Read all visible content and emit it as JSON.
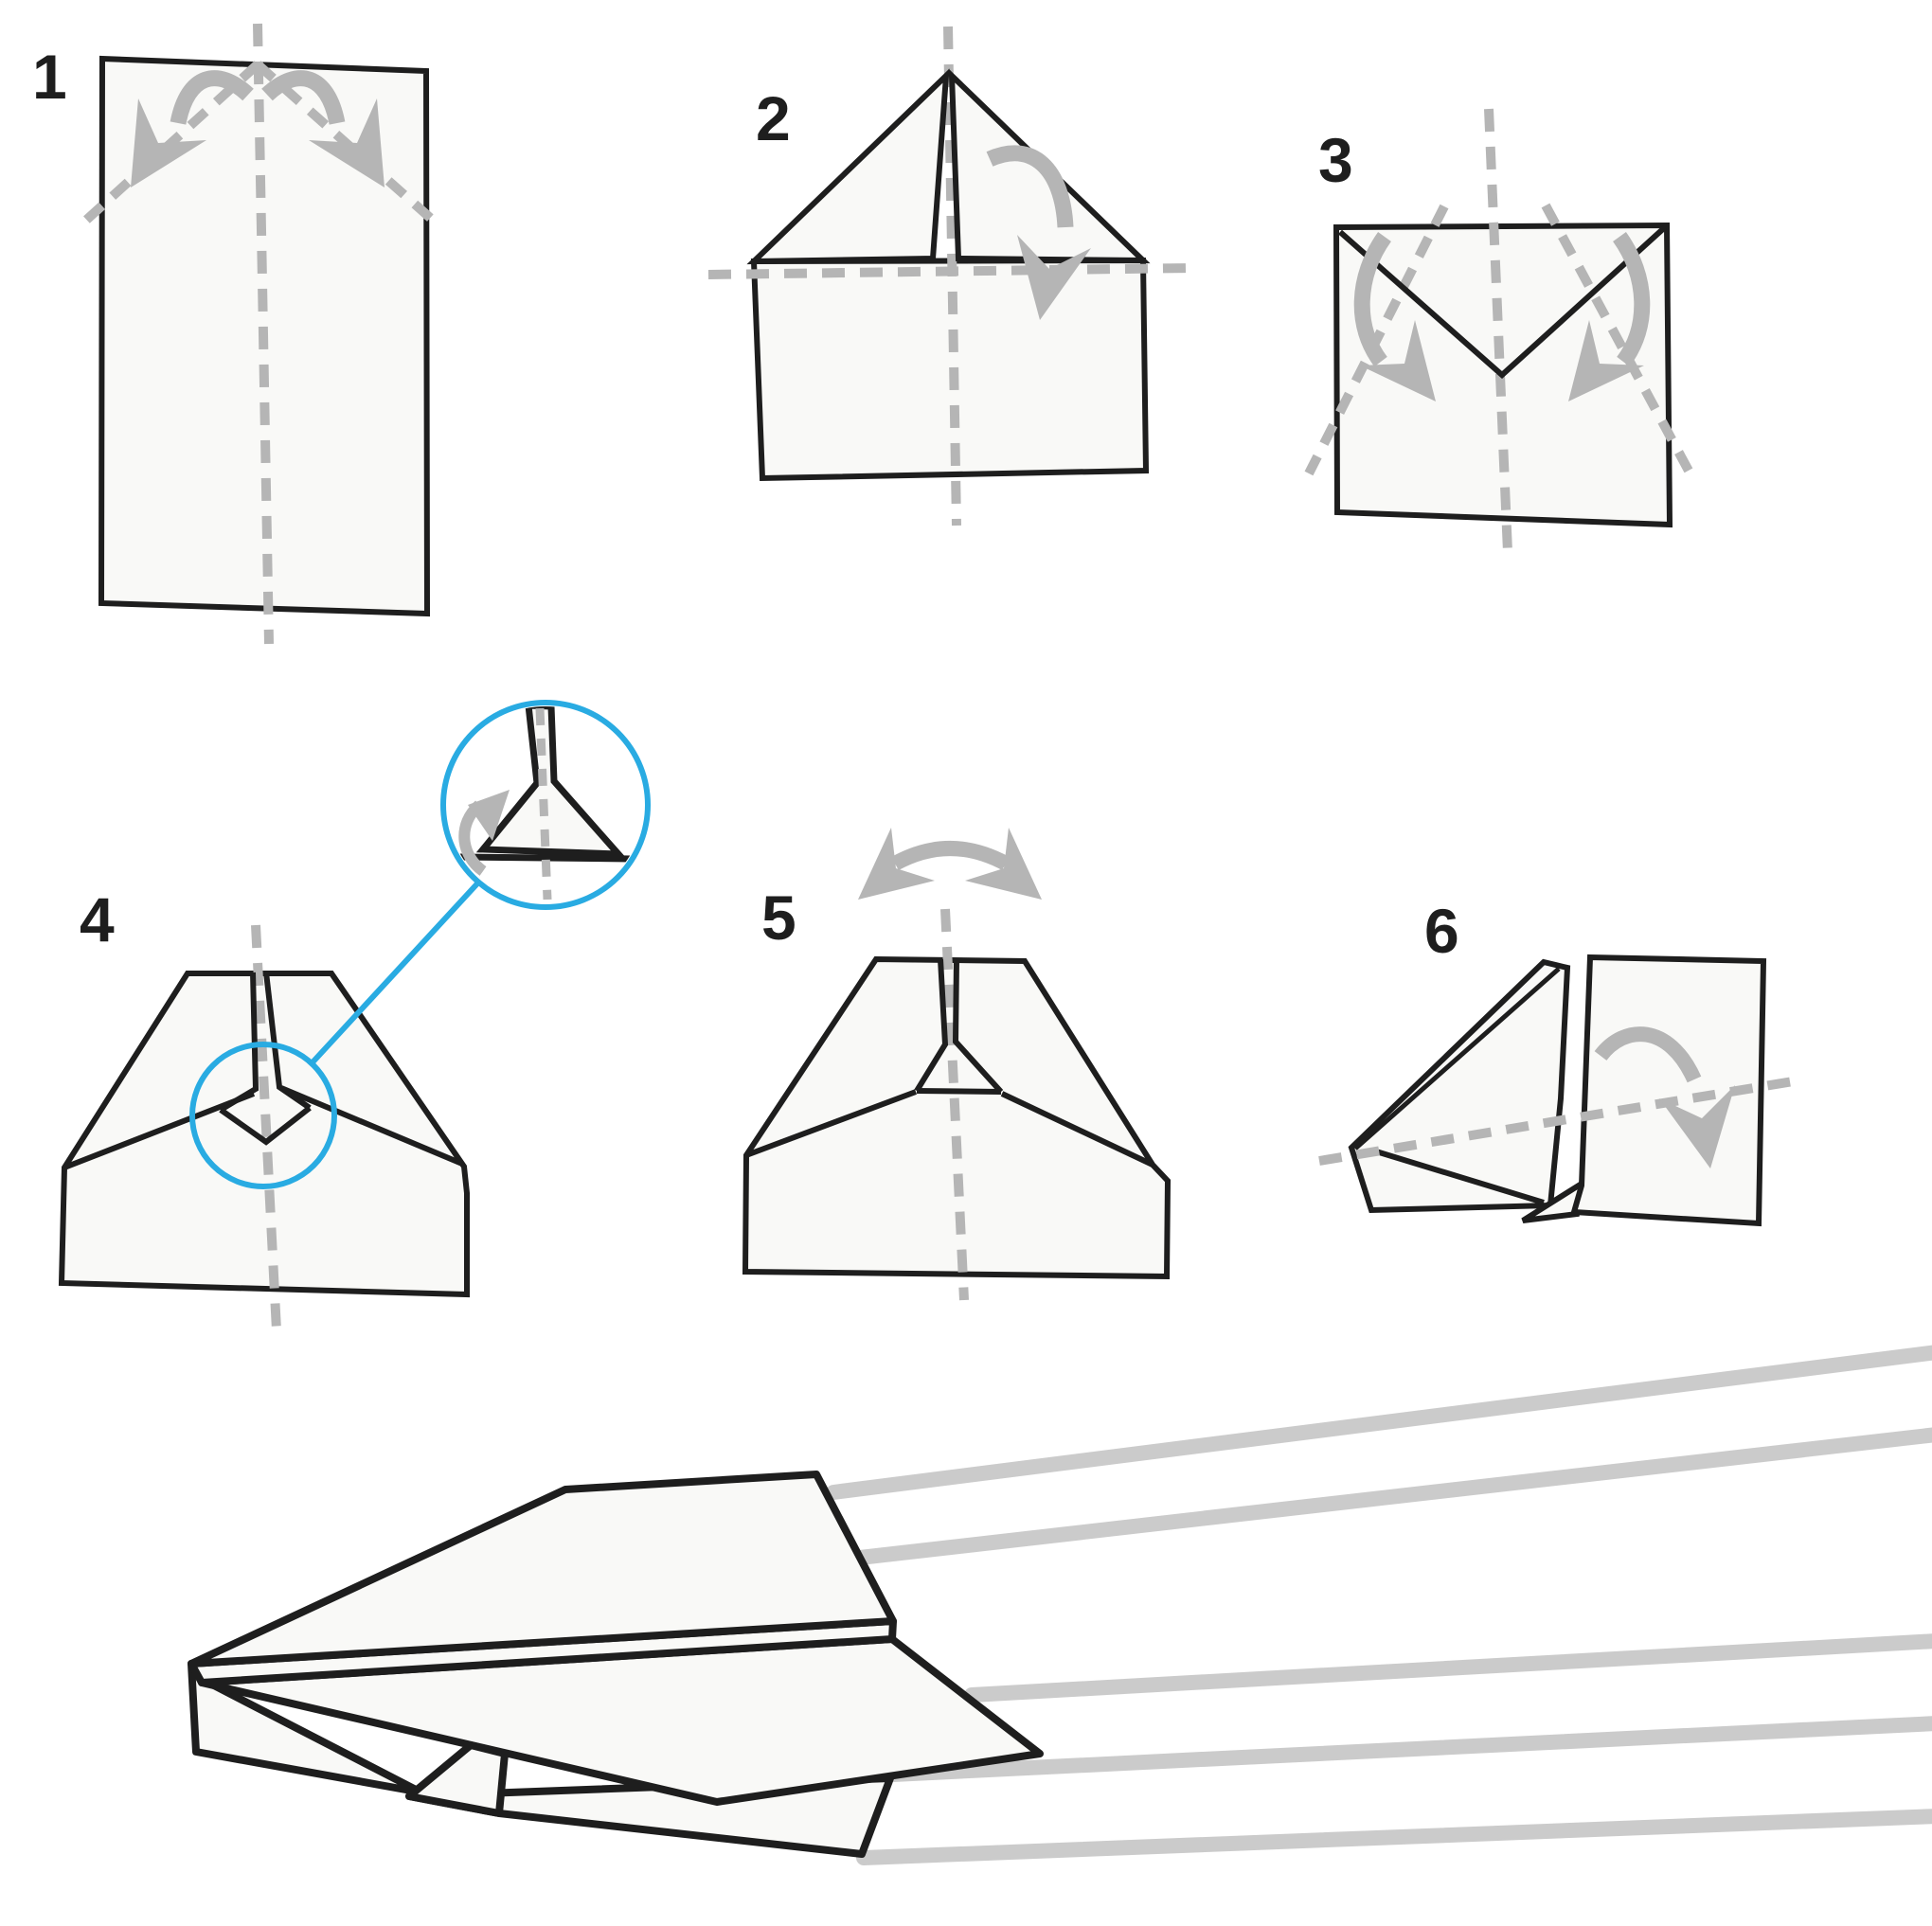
{
  "figure": {
    "kind": "paper-airplane-folding-instructions",
    "step_count": 6
  },
  "steps": [
    {
      "label": "1",
      "icon": "fold-both-top-corners-arrows-icon"
    },
    {
      "label": "2",
      "icon": "fold-down-arrow-icon"
    },
    {
      "label": "3",
      "icon": "fold-corners-inward-arrows-icon"
    },
    {
      "label": "4",
      "icon": "magnifier-callout-lock-fold-icon"
    },
    {
      "label": "5",
      "icon": "fold-in-half-double-arrow-icon"
    },
    {
      "label": "6",
      "icon": "fold-wing-down-arrow-icon"
    }
  ],
  "colors": {
    "line_black": "#1e1e1e",
    "paper_fill": "#f9f9f7",
    "fold_guide_gray": "#b5b5b5",
    "speed_line_gray": "#cbcbcb",
    "callout_accent_blue": "#29abe2"
  }
}
